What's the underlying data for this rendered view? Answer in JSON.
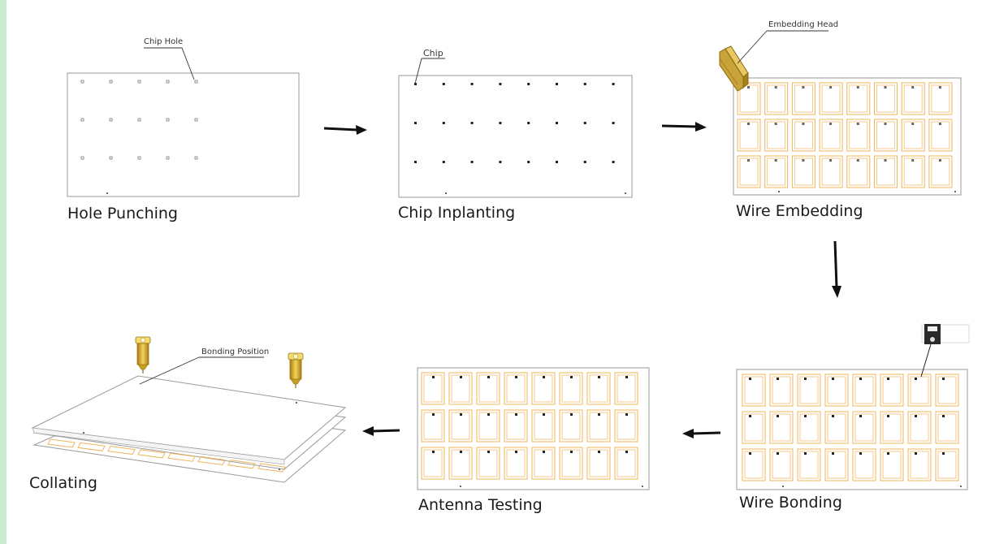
{
  "stages": [
    {
      "id": "hole-punching",
      "label": "Hole Punching",
      "callout": "Chip Hole"
    },
    {
      "id": "chip-inplanting",
      "label": "Chip Inplanting",
      "callout": "Chip"
    },
    {
      "id": "wire-embedding",
      "label": "Wire Embedding",
      "callout": "Embedding Head"
    },
    {
      "id": "wire-bonding",
      "label": "Wire Bonding",
      "callout": ""
    },
    {
      "id": "antenna-testing",
      "label": "Antenna Testing",
      "callout": ""
    },
    {
      "id": "collating",
      "label": "Collating",
      "callout": "Bonding Position"
    }
  ],
  "colors": {
    "accent_bar": "#c9ebcf",
    "antenna": "#f0b45a",
    "sheet_border": "#9a9a9a",
    "chip": "#222222",
    "tool_gold": "#d4a829",
    "arrow": "#111111"
  },
  "icons": [
    "embedding-head-icon",
    "bonding-tool-icon",
    "bonding-pin-icon"
  ]
}
